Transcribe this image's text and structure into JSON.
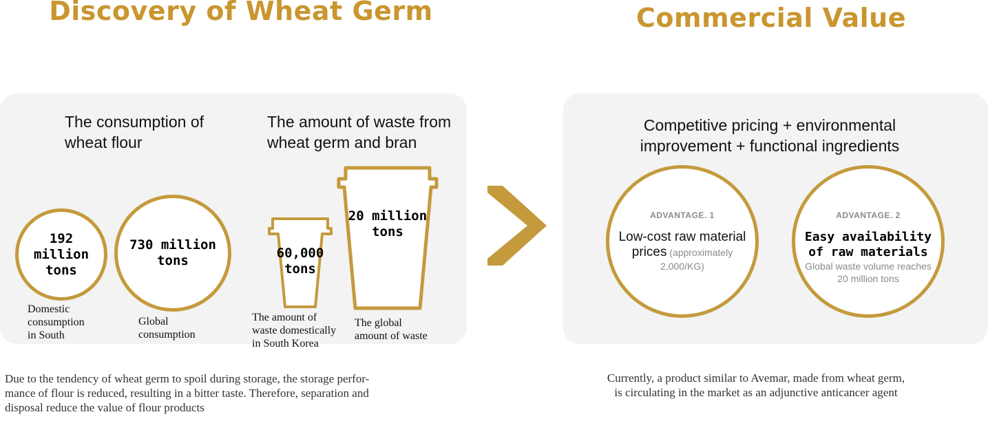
{
  "left": {
    "heading": "Discovery of Wheat Germ",
    "consumption_title": [
      "The consumption of",
      "wheat flour"
    ],
    "waste_title": [
      "The amount of waste from",
      "wheat germ and bran"
    ],
    "domestic": {
      "value": "192 million\ntons",
      "caption": "Domestic\nconsumption\nin South"
    },
    "global": {
      "value": "730 million\ntons",
      "caption": "Global\nconsumption"
    },
    "waste_domestic": {
      "value": "60,000\ntons",
      "caption": "The amount of\nwaste domestically\nin South Korea"
    },
    "waste_global": {
      "value": "20 million\ntons",
      "caption": "The global\namount of waste"
    },
    "footer": [
      "Due to the tendency of wheat germ to spoil during storage, the storage perfor-",
      "mance of flour is reduced, resulting in a bitter taste. Therefore, separation and",
      "disposal reduce the value of flour products"
    ]
  },
  "right": {
    "heading": "Commercial Value",
    "title": [
      "Competitive pricing + environmental",
      "improvement + functional ingredients"
    ],
    "advantage1": {
      "label": "ADVANTAGE. 1",
      "main": "Low-cost raw material",
      "main2": "prices",
      "sub_inline": " (approximately",
      "sub2": "2,000/KG)"
    },
    "advantage2": {
      "label": "ADVANTAGE. 2",
      "main": "Easy availability",
      "main2": "of raw materials",
      "sub": "Global waste volume reaches",
      "sub2": "20 million tons"
    },
    "footer": [
      "Currently, a product similar to Avemar, made from wheat germ,",
      "is circulating in the market as an adjunctive anticancer agent"
    ]
  },
  "colors": {
    "gold": "#c9962f",
    "circle_border": "#c49a3c",
    "panel_bg": "#f3f3f3"
  },
  "icons": {
    "arrow": "chevron-right-icon",
    "cup": "cup-icon"
  }
}
